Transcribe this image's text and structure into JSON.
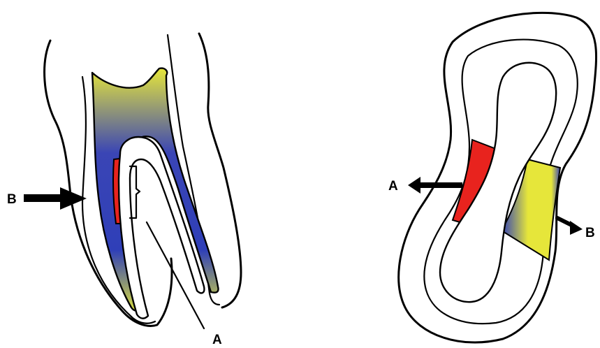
{
  "labels": {
    "tooth_b": "B",
    "tooth_a": "A",
    "section_a": "A",
    "section_b": "B"
  },
  "colors": {
    "danger_zone": "#e8231e",
    "canal_blue": "#2f3fb8",
    "canal_yellow": "#e6e63a",
    "outline": "#000000"
  }
}
